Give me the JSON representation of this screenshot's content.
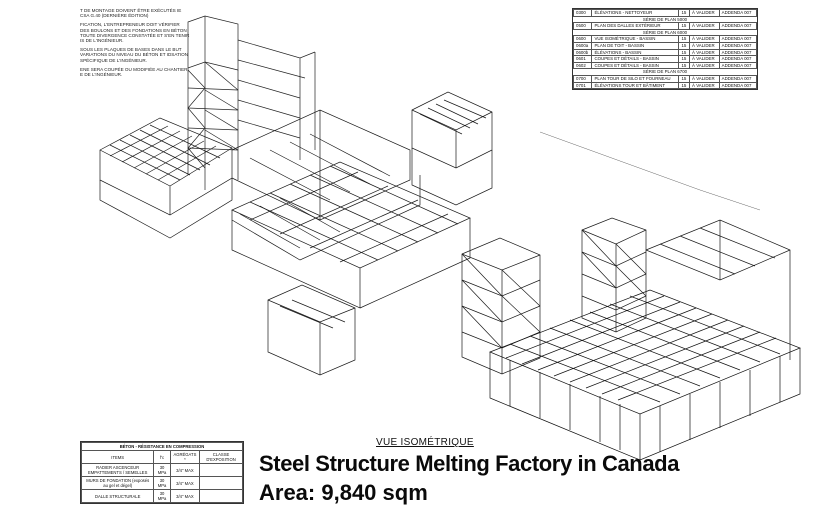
{
  "notes": [
    "T DE MONTAGE DOIVENT ÊTRE EXÉCUTÉS IE CSA G.40 (DERNIÈRE ÉDITION)",
    "FICATION, L'ENTREPRENEUR DOIT VÉRIFIER DES BOULONS ET DES FONDATIONS EN BÉTON TOUTE DIVERGENCE CONSTATÉE ET S'EN TENIR IS DE L'INGÉNIEUR.",
    "SOUS LES PLAQUES DE BASES DANS LE BUT VARIATIONS DU NIVEAU DU BÉTON ET IDSATION SPÉCIFIQUE DE L'INGÉNIEUR.",
    "ENE SERA COUPÉE OU MODIFIÉE AU CHANTIER, E DE L'INGÉNIEUR."
  ],
  "sheet_index": {
    "rows_top": [
      {
        "code": "0300",
        "desc": "ÉLÉVATIONS - NETTOYEUR",
        "rev": "15",
        "status": "À VALIDER",
        "add": "ADDENDA 007"
      }
    ],
    "section_5000": "SÉRIE DE PLAN 5000",
    "rows_5000": [
      {
        "code": "0500",
        "desc": "PLAN DES DALLES EXTÉRIEUR",
        "rev": "15",
        "status": "À VALIDER",
        "add": "ADDENDA 007"
      }
    ],
    "section_6000": "SÉRIE DE PLAN 6000",
    "rows_6000": [
      {
        "code": "0600",
        "desc": "VUE ISOMÉTRIQUE - BASSIN",
        "rev": "15",
        "status": "À VALIDER",
        "add": "ADDENDA 007"
      },
      {
        "code": "0600a",
        "desc": "PLAN DE TOIT - BASSIN",
        "rev": "15",
        "status": "À VALIDER",
        "add": "ADDENDA 007"
      },
      {
        "code": "0600b",
        "desc": "ÉLÉVATIONS - BASSIN",
        "rev": "15",
        "status": "À VALIDER",
        "add": "ADDENDA 007"
      },
      {
        "code": "0601",
        "desc": "COUPES ET DÉTAILS - BASSIN",
        "rev": "15",
        "status": "À VALIDER",
        "add": "ADDENDA 007"
      },
      {
        "code": "0602",
        "desc": "COUPES ET DÉTAILS - BASSIN",
        "rev": "15",
        "status": "À VALIDER",
        "add": "ADDENDA 007"
      }
    ],
    "section_6700": "SÉRIE DE PLAN 6700",
    "rows_6700": [
      {
        "code": "0700",
        "desc": "PLAN TOUR DE SILO ET FOURNEAU",
        "rev": "15",
        "status": "À VALIDER",
        "add": "ADDENDA 007"
      },
      {
        "code": "0701",
        "desc": "ÉLÉVATIONS TOUR ET BÂTIMENT",
        "rev": "15",
        "status": "À VALIDER",
        "add": "ADDENDA 007"
      }
    ]
  },
  "concrete_table": {
    "title": "BÉTON - RÉSISTANCE EN COMPRESSION",
    "headers": [
      "ITEMS",
      "f'c",
      "AGRÉGATS *",
      "CLASSE D'EXPOSITION"
    ],
    "rows": [
      [
        "RADIER ASCENCEUR EMPATTEMENTS / SEMELLES",
        "30 MPa",
        "3/4\" MAX",
        ""
      ],
      [
        "MURS DE FONDATION (exposés au gel et dégel)",
        "30 MPa",
        "3/4\" MAX",
        ""
      ],
      [
        "DALLE STRUCTURALE",
        "30 MPa",
        "3/4\" MAX",
        ""
      ]
    ]
  },
  "view_label": "VUE ISOMÉTRIQUE",
  "title": "Steel Structure Melting Factory in Canada",
  "area": "Area: 9,840 sqm"
}
